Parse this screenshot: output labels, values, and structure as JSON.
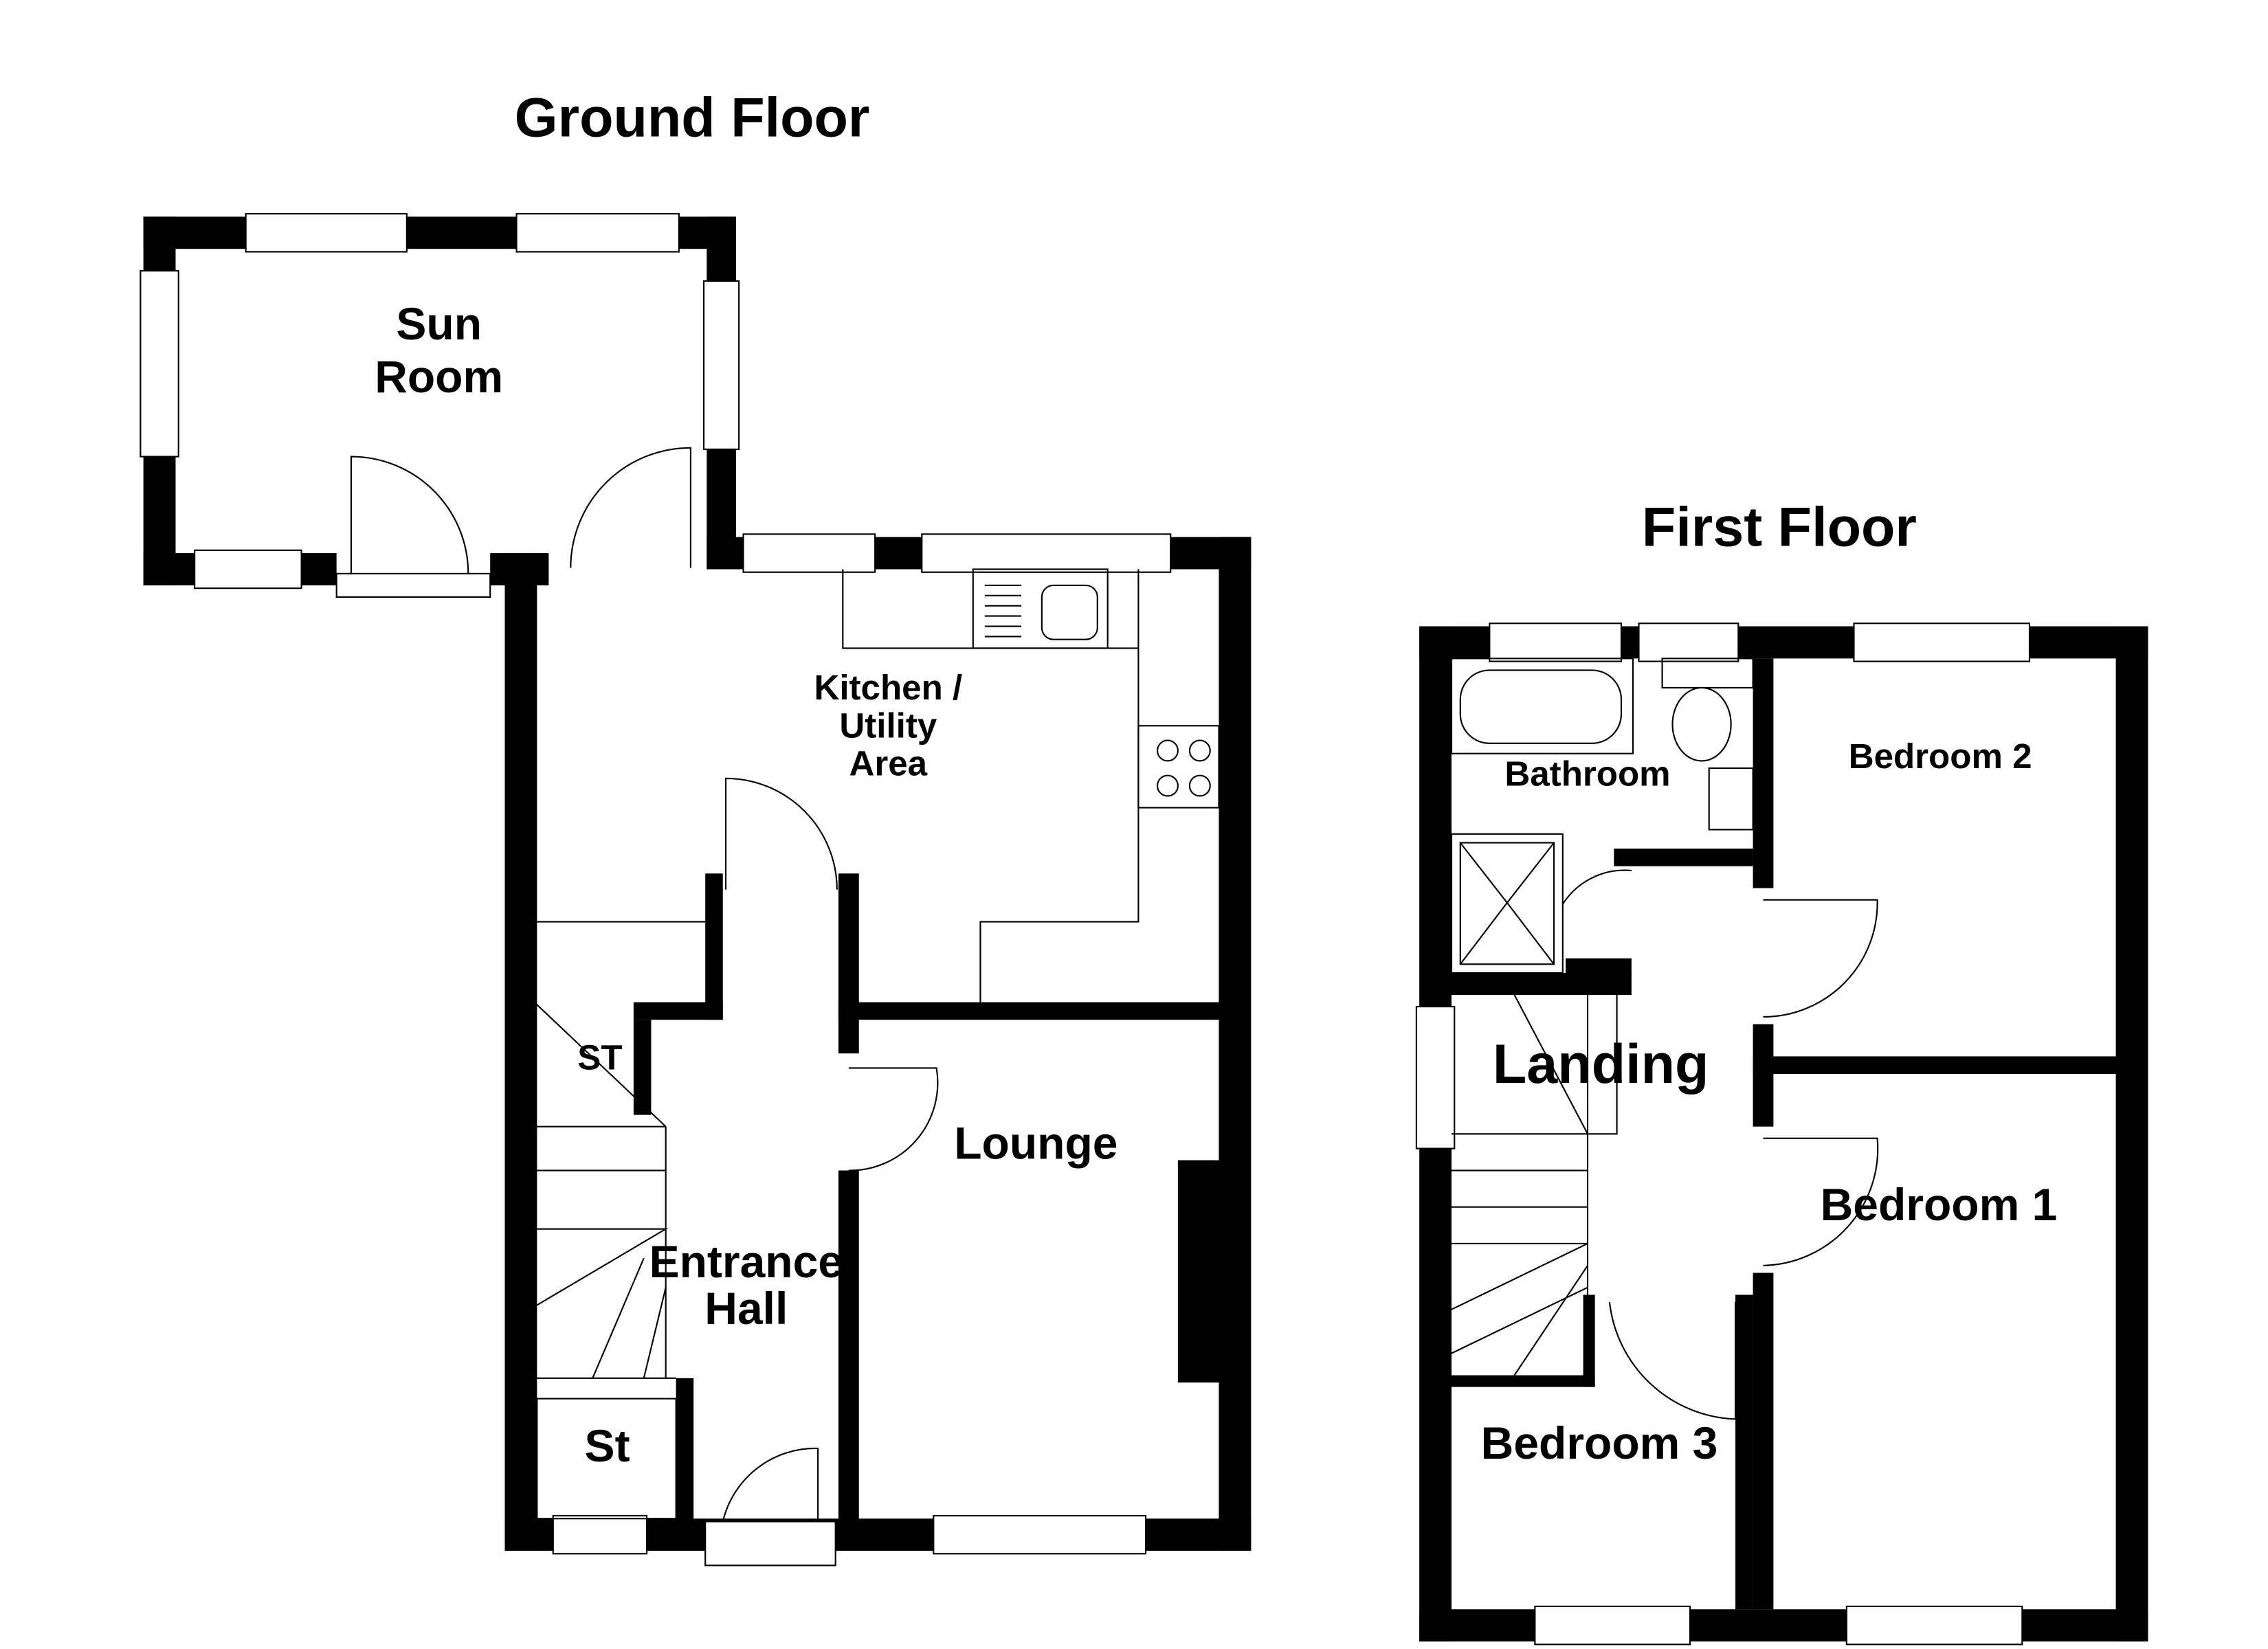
{
  "ground_floor": {
    "title": "Ground Floor",
    "rooms": {
      "sun_room_line1": "Sun",
      "sun_room_line2": "Room",
      "kitchen_line1": "Kitchen /",
      "kitchen_line2": "Utility",
      "kitchen_line3": "Area",
      "lounge": "Lounge",
      "entrance_line1": "Entrance",
      "entrance_line2": "Hall",
      "st_upper": "ST",
      "st_lower": "St"
    }
  },
  "first_floor": {
    "title": "First Floor",
    "rooms": {
      "bathroom": "Bathroom",
      "bedroom2": "Bedroom 2",
      "landing": "Landing",
      "bedroom1": "Bedroom 1",
      "bedroom3": "Bedroom 3"
    }
  },
  "colors": {
    "wall": "#000000",
    "background": "#ffffff"
  }
}
